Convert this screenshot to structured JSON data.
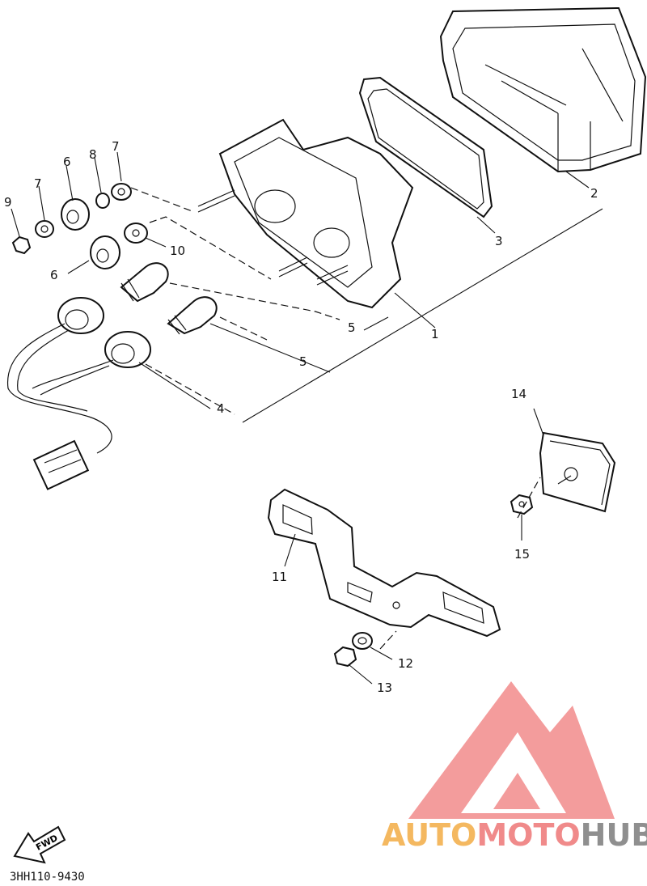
{
  "diagram": {
    "callouts": [
      {
        "id": "c1",
        "text": "1"
      },
      {
        "id": "c2",
        "text": "2"
      },
      {
        "id": "c3",
        "text": "3"
      },
      {
        "id": "c4",
        "text": "4"
      },
      {
        "id": "c5a",
        "text": "5"
      },
      {
        "id": "c5b",
        "text": "5"
      },
      {
        "id": "c6a",
        "text": "6"
      },
      {
        "id": "c6b",
        "text": "6"
      },
      {
        "id": "c7a",
        "text": "7"
      },
      {
        "id": "c7b",
        "text": "7"
      },
      {
        "id": "c8",
        "text": "8"
      },
      {
        "id": "c9",
        "text": "9"
      },
      {
        "id": "c10",
        "text": "10"
      },
      {
        "id": "c11",
        "text": "11"
      },
      {
        "id": "c12",
        "text": "12"
      },
      {
        "id": "c13",
        "text": "13"
      },
      {
        "id": "c14",
        "text": "14"
      },
      {
        "id": "c15",
        "text": "15"
      }
    ],
    "fwd_label": "FWD",
    "drawing_code": "3HH110-9430"
  },
  "watermark": {
    "word_part1": "AUTO",
    "word_part2": "MOTO",
    "word_part3": "HUB",
    "colors": {
      "part1": "#f4b860",
      "part2": "#f08a8a",
      "part3": "#8f8f8f",
      "triangle": "#f28b8b"
    }
  }
}
